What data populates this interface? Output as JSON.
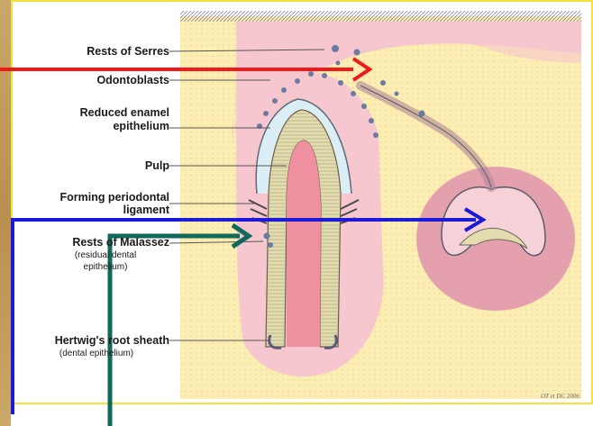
{
  "labels": {
    "rests_of_serres": "Rests of Serres",
    "odontoblasts": "Odontoblasts",
    "reduced_enamel_line1": "Reduced enamel",
    "reduced_enamel_line2": "epithelium",
    "pulp": "Pulp",
    "forming_pdl_line1": "Forming periodontal",
    "forming_pdl_line2": "ligament",
    "rests_of_malassez": "Rests of Malassez",
    "residual_line1": "(residual dental",
    "residual_line2": "epithelium)",
    "hertwig_line1": "Hertwig's root sheath",
    "hertwig_line2": "(dental epithelium)"
  },
  "credit": "OT et DC 2006",
  "colors": {
    "background_yellow": "#fbeeb0",
    "gum_pink": "#f6c7cf",
    "pulp_pink": "#ef8fa0",
    "enamel_blue": "#dceef5",
    "dentin_tan": "#e3dcb0",
    "arrow_red": "#f01818",
    "arrow_blue": "#1a1ad8",
    "arrow_teal": "#0f6a5a",
    "frame_yellow": "#f2e23a"
  }
}
